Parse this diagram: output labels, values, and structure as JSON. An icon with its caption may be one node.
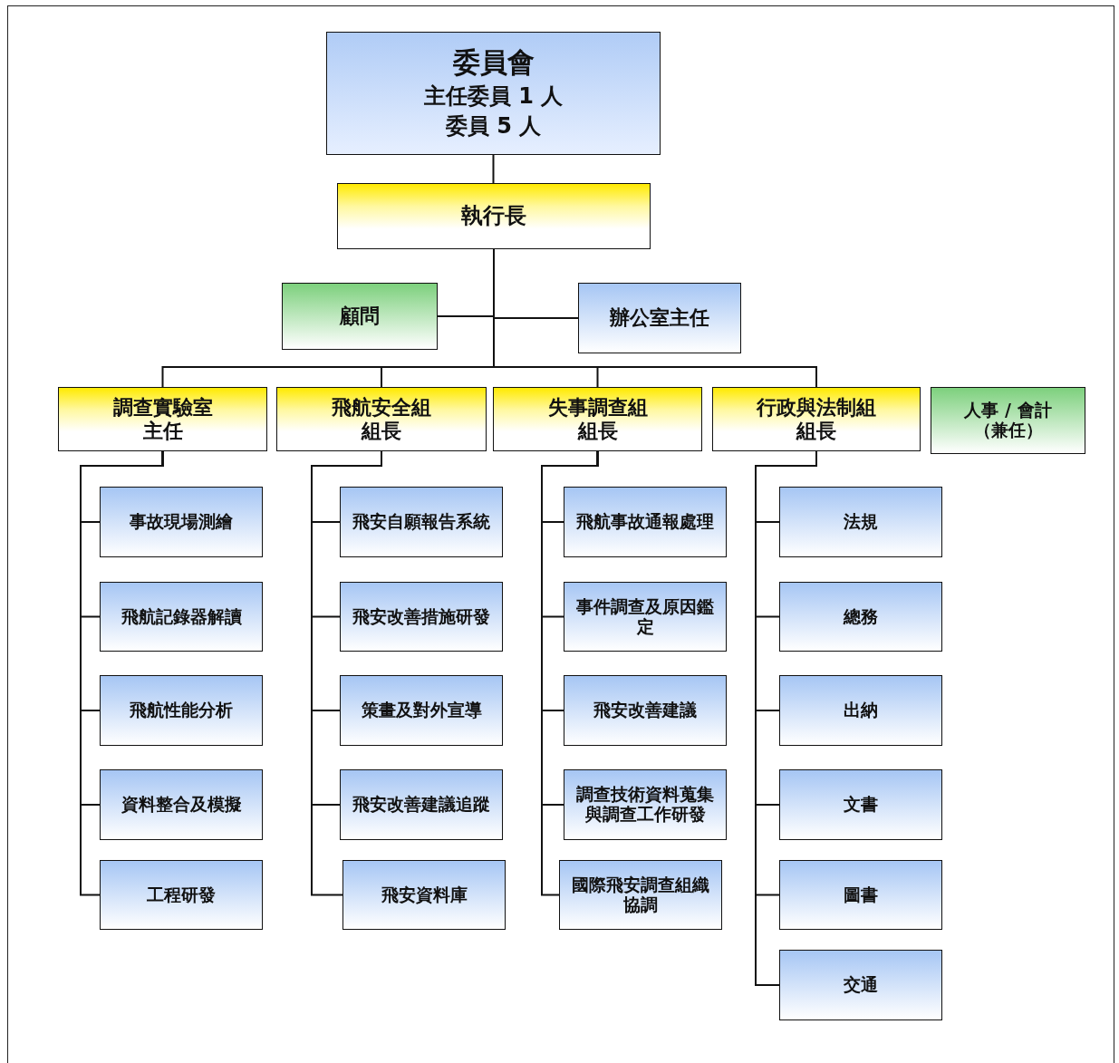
{
  "diagram": {
    "nodes": [
      {
        "text": [
          "委員會",
          "主任委員 1 人",
          "委員 5 人"
        ]
      },
      {
        "text": [
          "執行長"
        ]
      },
      {
        "text": [
          "顧問"
        ]
      },
      {
        "text": [
          "辦公室主任"
        ]
      },
      {
        "text": [
          "調查實驗室",
          "主任"
        ]
      },
      {
        "text": [
          "飛航安全組",
          "組長"
        ]
      },
      {
        "text": [
          "失事調查組",
          "組長"
        ]
      },
      {
        "text": [
          "行政與法制組",
          "組長"
        ]
      },
      {
        "text": [
          "人事 / 會計",
          "（兼任）"
        ]
      },
      {
        "text": [
          "事故現場測繪"
        ]
      },
      {
        "text": [
          "飛航記錄器解讀"
        ]
      },
      {
        "text": [
          "飛航性能分析"
        ]
      },
      {
        "text": [
          "資料整合及模擬"
        ]
      },
      {
        "text": [
          "工程研發"
        ]
      },
      {
        "text": [
          "飛安自願報告系統"
        ]
      },
      {
        "text": [
          "飛安改善措施研發"
        ]
      },
      {
        "text": [
          "策畫及對外宣導"
        ]
      },
      {
        "text": [
          "飛安改善建議追蹤"
        ]
      },
      {
        "text": [
          "飛安資料庫"
        ]
      },
      {
        "text": [
          "飛航事故通報處理"
        ]
      },
      {
        "text": [
          "事件調查及原因鑑定"
        ]
      },
      {
        "text": [
          "飛安改善建議"
        ]
      },
      {
        "text": [
          "調查技術資料蒐集與調查工作研發"
        ]
      },
      {
        "text": [
          "國際飛安調查組織協調"
        ]
      },
      {
        "text": [
          "法規"
        ]
      },
      {
        "text": [
          "總務"
        ]
      },
      {
        "text": [
          "出納"
        ]
      },
      {
        "text": [
          "文書"
        ]
      },
      {
        "text": [
          "圖書"
        ]
      },
      {
        "text": [
          "交通"
        ]
      }
    ],
    "edges": [
      {
        "from": 0,
        "to": 1,
        "arrow": "none"
      },
      {
        "from": 1,
        "to": 2,
        "arrow": "none"
      },
      {
        "from": 1,
        "to": 3,
        "arrow": "none"
      },
      {
        "from": 1,
        "to": 4,
        "arrow": "none"
      },
      {
        "from": 1,
        "to": 5,
        "arrow": "none"
      },
      {
        "from": 1,
        "to": 6,
        "arrow": "none"
      },
      {
        "from": 1,
        "to": 7,
        "arrow": "none"
      },
      {
        "from": 4,
        "to": 9,
        "arrow": "none"
      },
      {
        "from": 4,
        "to": 10,
        "arrow": "none"
      },
      {
        "from": 4,
        "to": 11,
        "arrow": "none"
      },
      {
        "from": 4,
        "to": 12,
        "arrow": "none"
      },
      {
        "from": 4,
        "to": 13,
        "arrow": "none"
      },
      {
        "from": 5,
        "to": 14,
        "arrow": "none"
      },
      {
        "from": 5,
        "to": 15,
        "arrow": "none"
      },
      {
        "from": 5,
        "to": 16,
        "arrow": "none"
      },
      {
        "from": 5,
        "to": 17,
        "arrow": "none"
      },
      {
        "from": 5,
        "to": 18,
        "arrow": "none"
      },
      {
        "from": 6,
        "to": 19,
        "arrow": "none"
      },
      {
        "from": 6,
        "to": 20,
        "arrow": "none"
      },
      {
        "from": 6,
        "to": 21,
        "arrow": "none"
      },
      {
        "from": 6,
        "to": 22,
        "arrow": "none"
      },
      {
        "from": 6,
        "to": 23,
        "arrow": "none"
      },
      {
        "from": 7,
        "to": 24,
        "arrow": "none"
      },
      {
        "from": 7,
        "to": 25,
        "arrow": "none"
      },
      {
        "from": 7,
        "to": 26,
        "arrow": "none"
      },
      {
        "from": 7,
        "to": 27,
        "arrow": "none"
      },
      {
        "from": 7,
        "to": 28,
        "arrow": "none"
      },
      {
        "from": 7,
        "to": 29,
        "arrow": "none"
      }
    ]
  }
}
